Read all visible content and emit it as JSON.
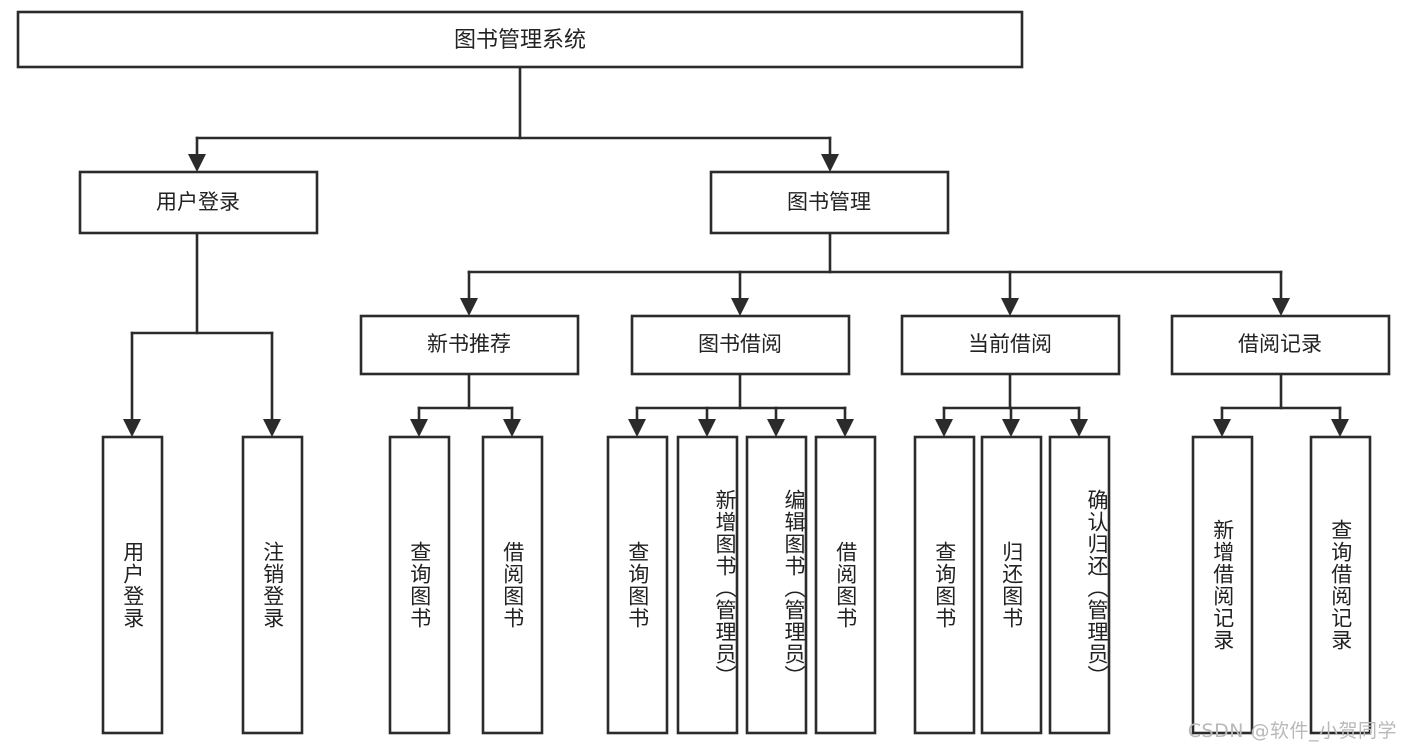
{
  "diagram": {
    "type": "tree",
    "title": "图书管理系统",
    "orientation": "top-down",
    "watermark": "CSDN @软件_小贺同学",
    "colors": {
      "stroke": "#2b2b2b",
      "fill": "#ffffff",
      "text": "#222222",
      "watermark": "#b9b9b9",
      "background": "#ffffff"
    },
    "root": {
      "label": "图书管理系统"
    },
    "level2": [
      {
        "label": "用户登录"
      },
      {
        "label": "图书管理"
      }
    ],
    "level3": [
      {
        "label": "新书推荐"
      },
      {
        "label": "图书借阅"
      },
      {
        "label": "当前借阅"
      },
      {
        "label": "借阅记录"
      }
    ],
    "leaves": {
      "user_login": [
        {
          "label": "用户登录"
        },
        {
          "label": "注销登录"
        }
      ],
      "new_book": [
        {
          "label": "查询图书"
        },
        {
          "label": "借阅图书"
        }
      ],
      "book_borrow": [
        {
          "label": "查询图书"
        },
        {
          "label": "新增图书（管理员）"
        },
        {
          "label": "编辑图书（管理员）"
        },
        {
          "label": "借阅图书"
        }
      ],
      "current_borrow": [
        {
          "label": "查询图书"
        },
        {
          "label": "归还图书"
        },
        {
          "label": "确认归还（管理员）"
        }
      ],
      "borrow_record": [
        {
          "label": "新增借阅记录"
        },
        {
          "label": "查询借阅记录"
        }
      ]
    }
  }
}
